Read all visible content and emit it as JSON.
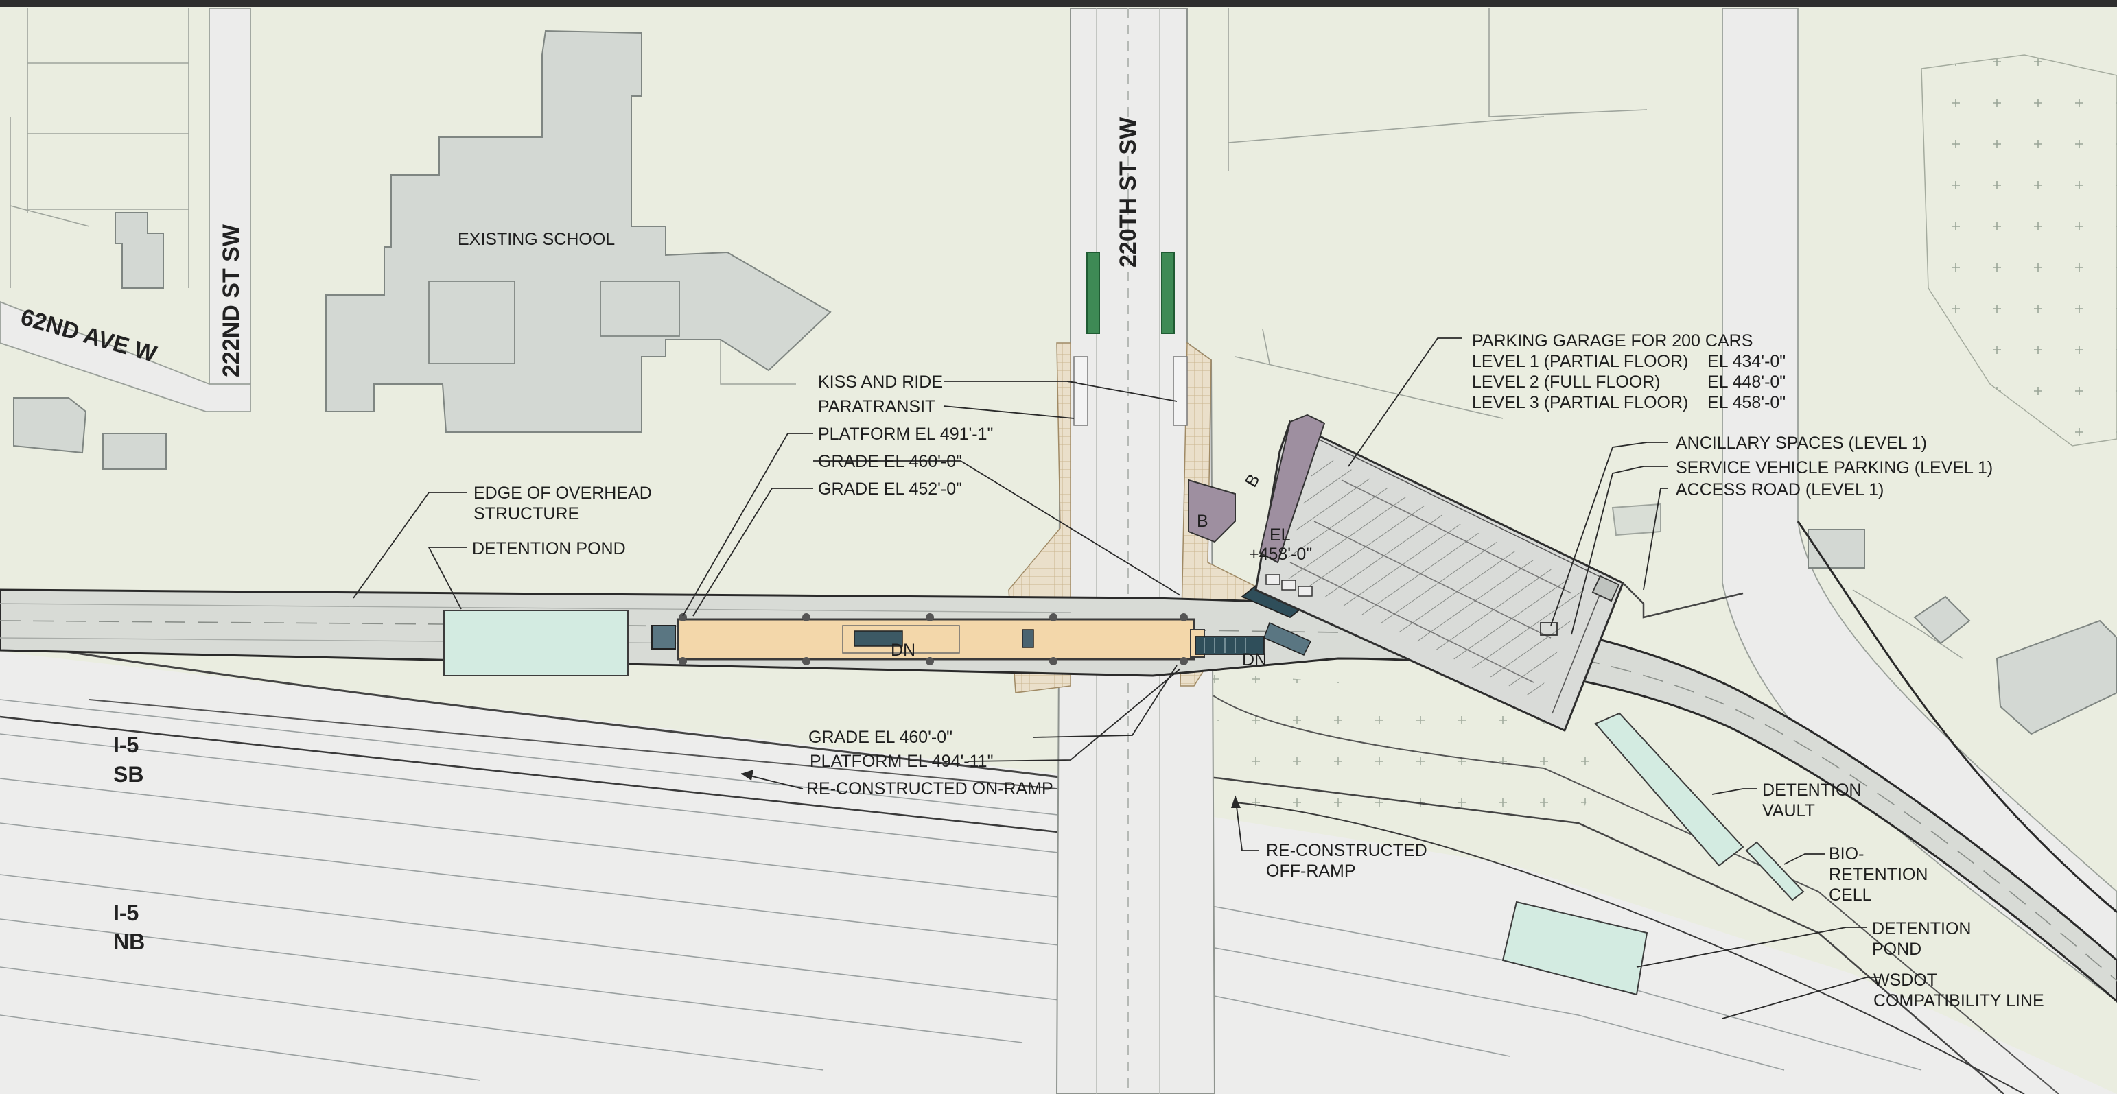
{
  "streets": {
    "st_220": "220TH ST SW",
    "st_222": "222ND ST SW",
    "ave_62": "62ND AVE W"
  },
  "highways": {
    "sb_line1": "I-5",
    "sb_line2": "SB",
    "nb_line1": "I-5",
    "nb_line2": "NB"
  },
  "features": {
    "school": "EXISTING SCHOOL",
    "bay_b": "B",
    "dn": "DN"
  },
  "labels": {
    "kiss_ride": "KISS AND RIDE",
    "paratransit": "PARATRANSIT",
    "platform_491": "PLATFORM EL 491'-1\"",
    "grade_460_top": "GRADE EL 460'-0\"",
    "grade_452": "GRADE EL 452'-0\"",
    "overhead_1": "EDGE OF OVERHEAD",
    "overhead_2": "STRUCTURE",
    "det_pond_left": "DETENTION POND",
    "garage_title": "PARKING GARAGE FOR 200 CARS",
    "garage_l1": "LEVEL 1 (PARTIAL FLOOR)",
    "garage_l1_el": "EL 434'-0\"",
    "garage_l2": "LEVEL 2 (FULL FLOOR)",
    "garage_l2_el": "EL 448'-0\"",
    "garage_l3": "LEVEL 3 (PARTIAL FLOOR)",
    "garage_l3_el": "EL 458'-0\"",
    "ancillary": "ANCILLARY SPACES (LEVEL 1)",
    "service": "SERVICE VEHICLE PARKING (LEVEL 1)",
    "access": "ACCESS ROAD (LEVEL 1)",
    "el_1": "EL",
    "el_2": "+458'-0\"",
    "grade_460_bottom": "GRADE EL 460'-0\"",
    "platform_494": "PLATFORM EL 494'-11\"",
    "onramp": "RE-CONSTRUCTED ON-RAMP",
    "offramp_1": "RE-CONSTRUCTED",
    "offramp_2": "OFF-RAMP",
    "vault_1": "DETENTION",
    "vault_2": "VAULT",
    "bio_1": "BIO-",
    "bio_2": "RETENTION",
    "bio_3": "CELL",
    "det_pond_r1": "DETENTION",
    "det_pond_r2": "POND",
    "wsdot_1": "WSDOT",
    "wsdot_2": "COMPATIBILITY LINE"
  },
  "colors": {
    "land": "#eaede0",
    "road": "#ececeb",
    "platform": "#f3d7aa",
    "water": "#d3ebe1",
    "garage": "#d9dbd8",
    "stair_core": "#9e8fa0",
    "plaza": "#e9dcc6",
    "guideway": "#d8dbd6"
  }
}
